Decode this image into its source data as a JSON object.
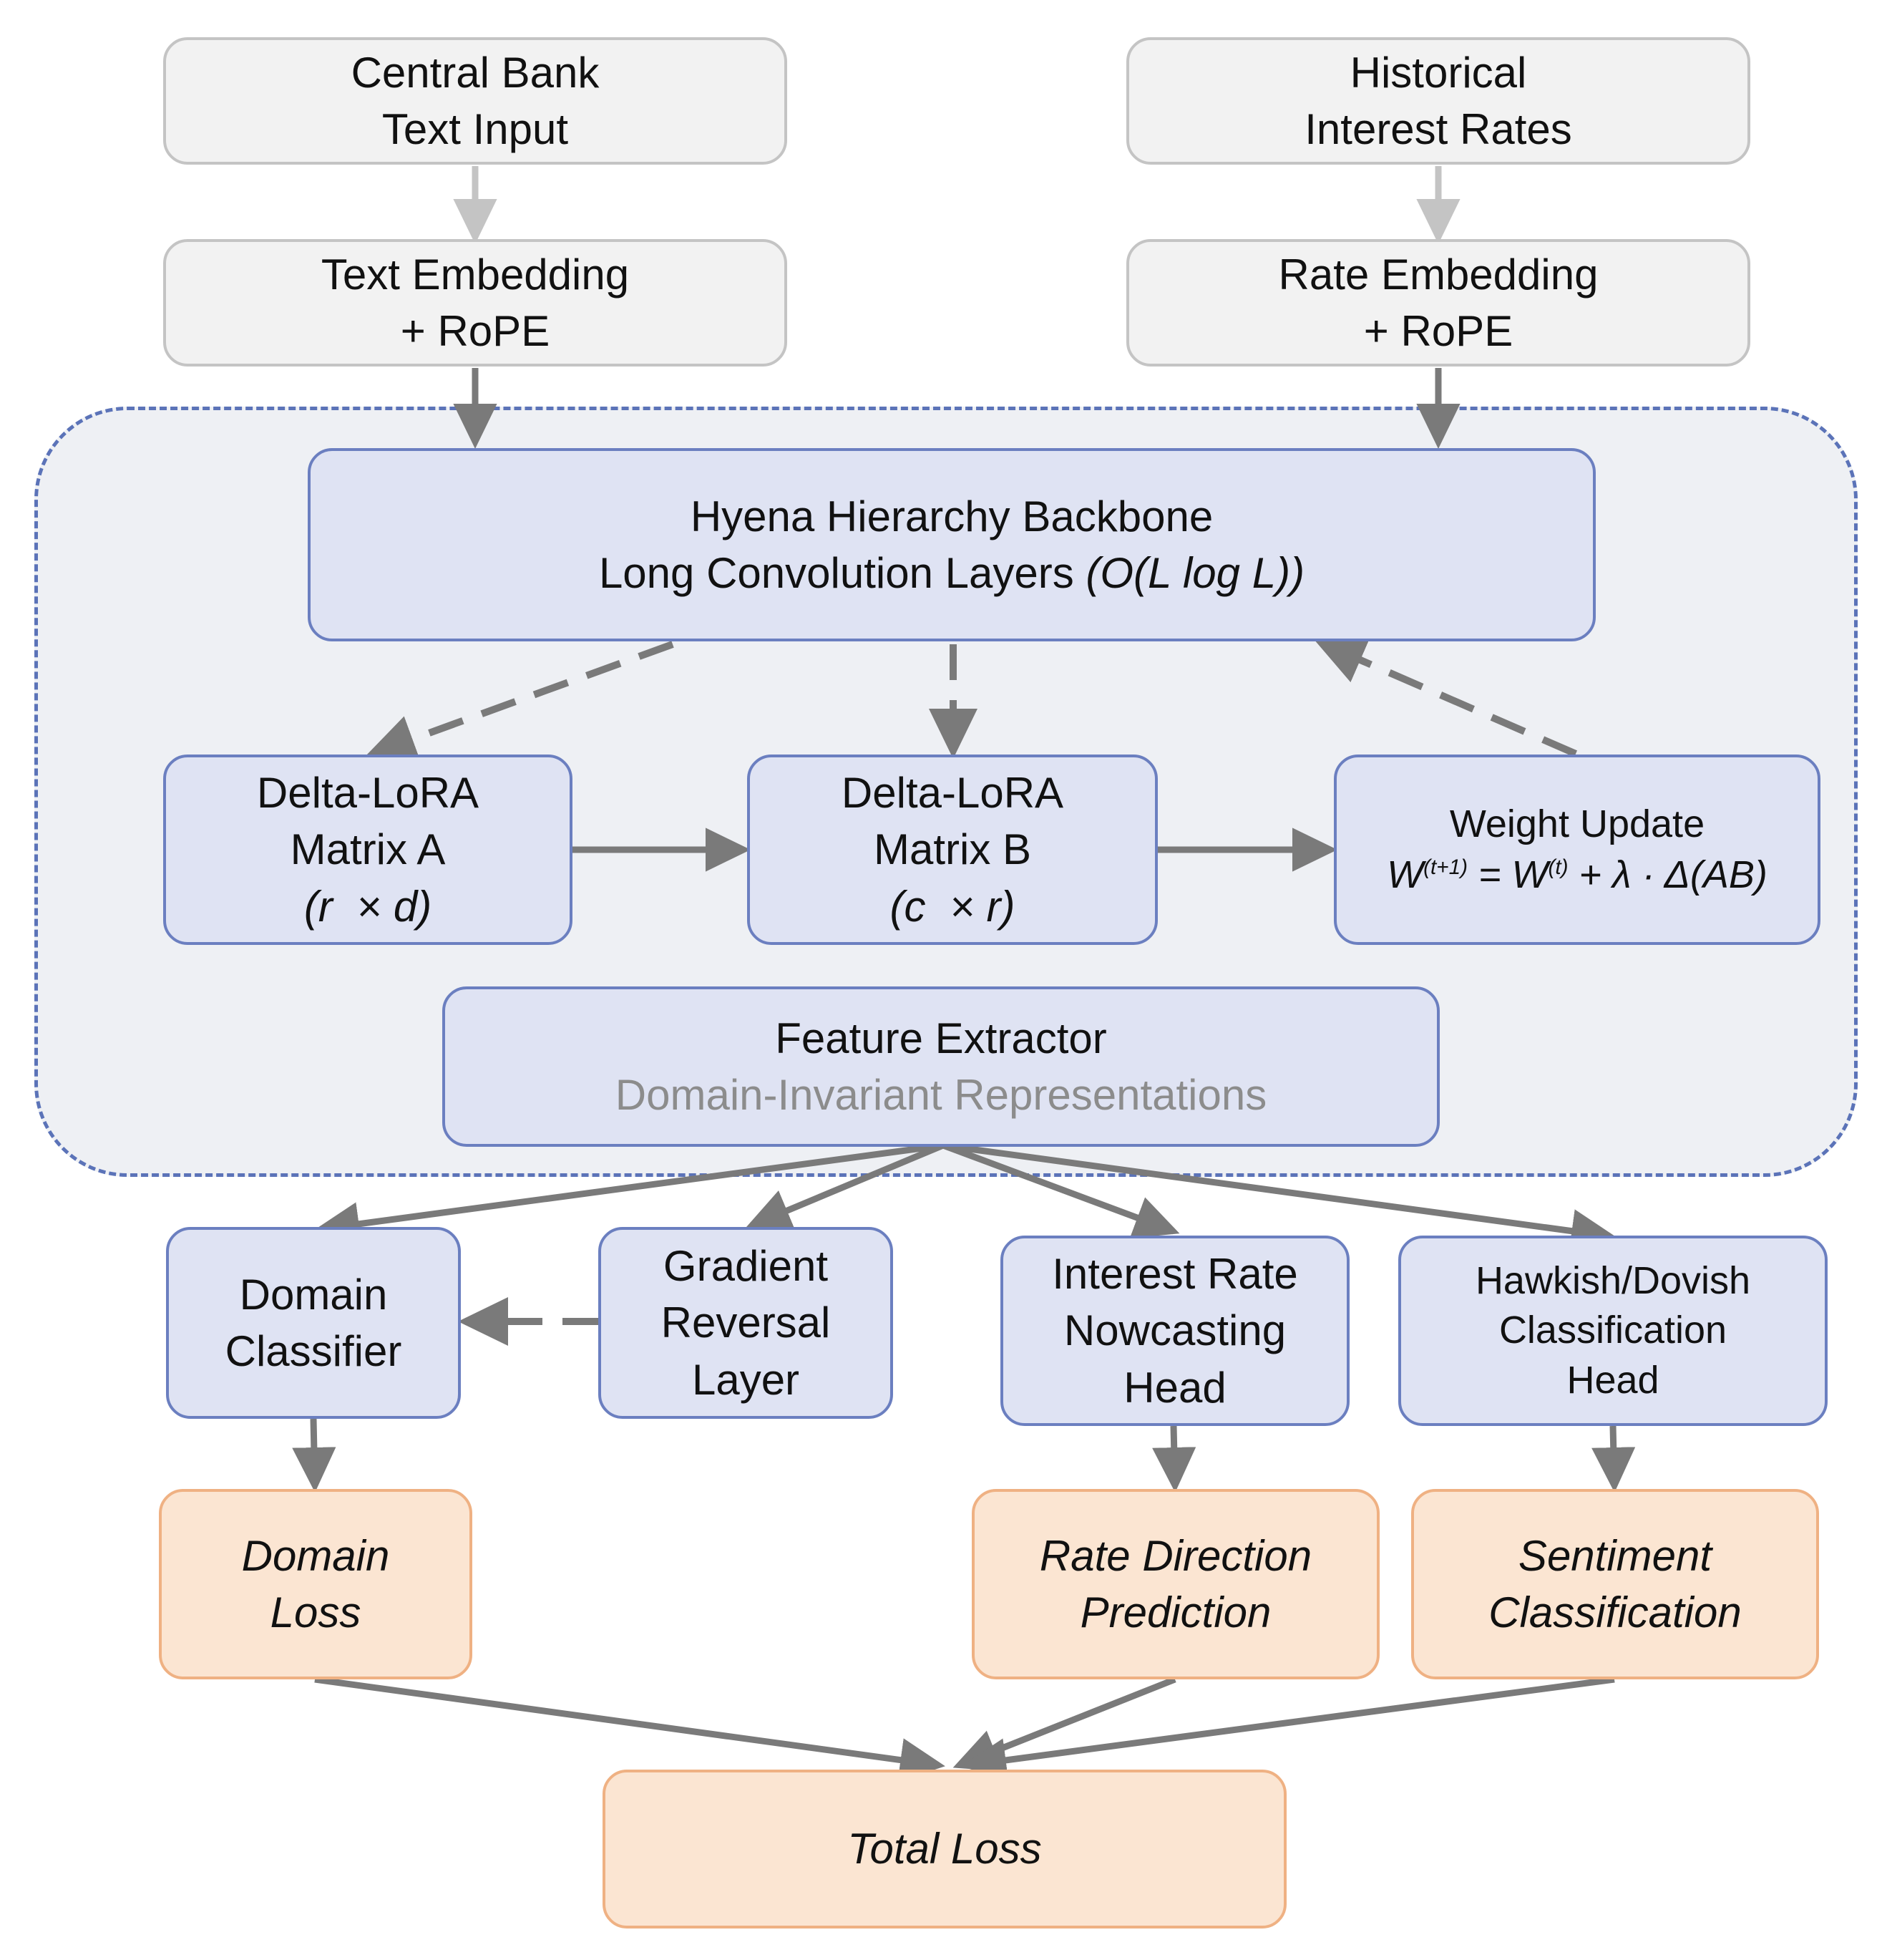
{
  "nodes": {
    "central_bank": [
      "Central Bank",
      "Text Input"
    ],
    "historical_rates": [
      "Historical",
      "Interest Rates"
    ],
    "text_embedding": [
      "Text Embedding",
      "+ RoPE"
    ],
    "rate_embedding": [
      "Rate Embedding",
      "+ RoPE"
    ],
    "hyena": {
      "line1": "Hyena Hierarchy Backbone",
      "line2_text": "Long Convolution Layers ",
      "line2_math": "(O(L log L))"
    },
    "matrix_a": {
      "line1": "Delta-LoRA",
      "line2": "Matrix A",
      "line3": "(r  × d)"
    },
    "matrix_b": {
      "line1": "Delta-LoRA",
      "line2": "Matrix B",
      "line3": "(c  × r)"
    },
    "weight_update": {
      "title": "Weight Update",
      "w1": "W",
      "sup1": "(t+1)",
      "eq": " = ",
      "w2": "W",
      "sup2": "(t)",
      "rest": " + λ · Δ(AB)"
    },
    "feature_extractor": {
      "title": "Feature Extractor",
      "subtitle": "Domain-Invariant Representations"
    },
    "domain_classifier": [
      "Domain",
      "Classifier"
    ],
    "gradient_reversal": [
      "Gradient",
      "Reversal",
      "Layer"
    ],
    "nowcasting_head": [
      "Interest Rate",
      "Nowcasting",
      "Head"
    ],
    "hawkish_head": [
      "Hawkish/Dovish",
      "Classification",
      "Head"
    ],
    "domain_loss": [
      "Domain",
      "Loss"
    ],
    "rate_direction": [
      "Rate Direction",
      "Prediction"
    ],
    "sentiment": [
      "Sentiment",
      "Classification"
    ],
    "total_loss": [
      "Total Loss"
    ]
  },
  "colors": {
    "arrow": "#7a7a7a",
    "arrow_light": "#c4c4c4",
    "region_border": "#5b73b8"
  }
}
